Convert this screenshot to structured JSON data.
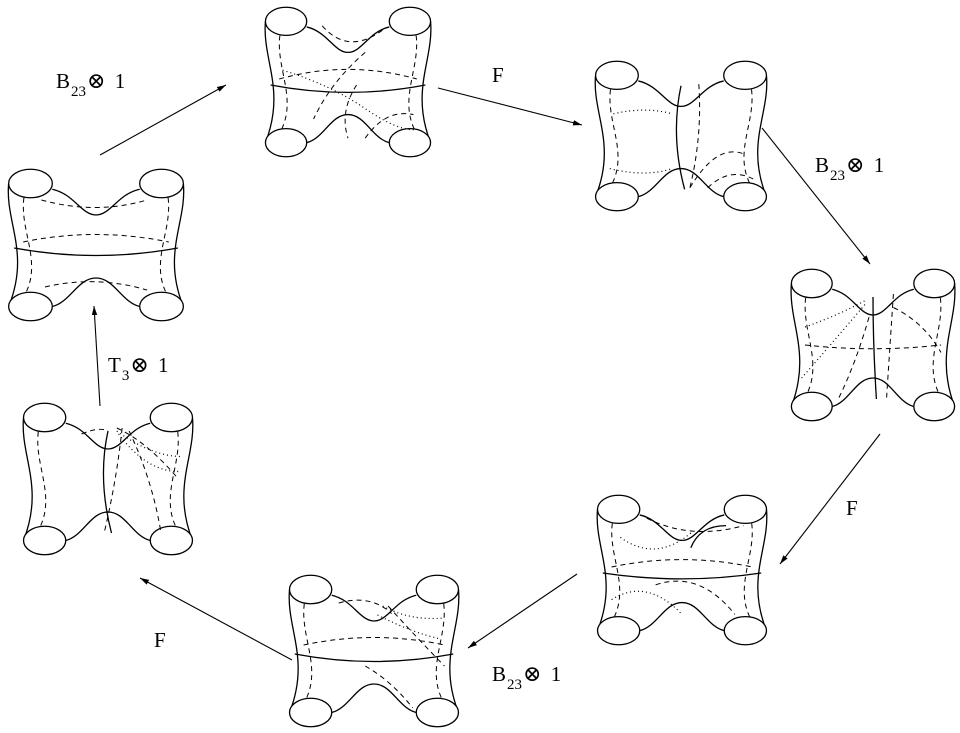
{
  "diagram": {
    "surfaces": [
      {
        "id": "s1"
      },
      {
        "id": "s2"
      },
      {
        "id": "s3"
      },
      {
        "id": "s4"
      },
      {
        "id": "s5"
      },
      {
        "id": "s6"
      },
      {
        "id": "s7"
      }
    ],
    "arrows": [
      {
        "from": "s7",
        "to": "s1",
        "label": {
          "main": "B",
          "sub": "23",
          "op": "⊗",
          "rest": " 1"
        }
      },
      {
        "from": "s1",
        "to": "s2",
        "label": {
          "main": "F",
          "sub": "",
          "op": "",
          "rest": ""
        }
      },
      {
        "from": "s2",
        "to": "s3",
        "label": {
          "main": "B",
          "sub": "23",
          "op": "⊗",
          "rest": " 1"
        }
      },
      {
        "from": "s3",
        "to": "s4",
        "label": {
          "main": "F",
          "sub": "",
          "op": "",
          "rest": ""
        }
      },
      {
        "from": "s4",
        "to": "s5",
        "label": {
          "main": "B",
          "sub": "23",
          "op": "⊗",
          "rest": " 1"
        }
      },
      {
        "from": "s5",
        "to": "s6",
        "label": {
          "main": "F",
          "sub": "",
          "op": "",
          "rest": ""
        }
      },
      {
        "from": "s6",
        "to": "s7",
        "label": {
          "main": "T",
          "sub": "3",
          "op": "⊗",
          "rest": " 1"
        }
      }
    ]
  }
}
